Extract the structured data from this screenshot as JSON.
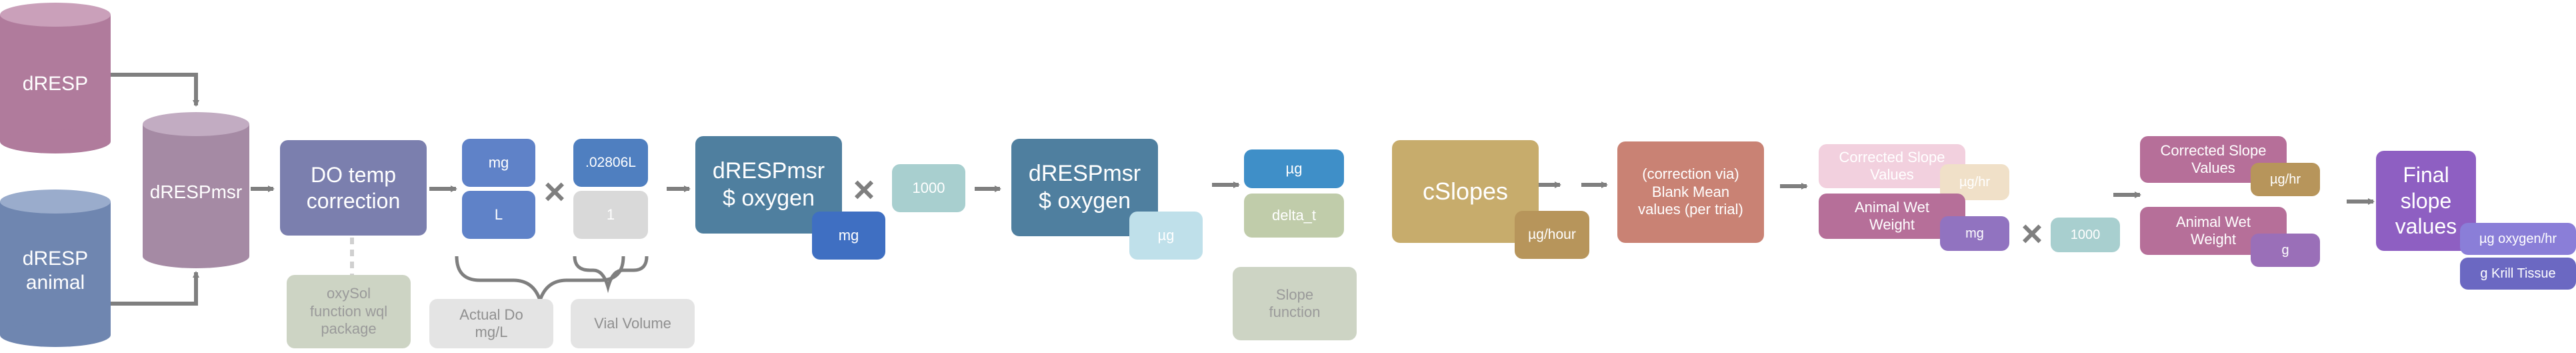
{
  "colors": {
    "arrow": "#7f7f7f",
    "cylinder_pink": "#b07b9c",
    "cylinder_blue": "#6f86b0",
    "cylinder_mid": "#a58aa4",
    "do_temp": "#7b7fae",
    "unit_blue": "#5f82c8",
    "vial_blue": "#4f7fc0",
    "grey_light": "#d9d9d9",
    "dresp_teal": "#4f7f9f",
    "mg_blue": "#3f6fc2",
    "teal_light": "#a8cfcf",
    "ug_blue": "#3f8fc8",
    "olive_light": "#c0ccaa",
    "slope_fn": "#cdd4c4",
    "cslopes": "#c7ac6c",
    "ughour": "#b7955b",
    "correction": "#c98274",
    "pink_light": "#f2d0de",
    "ughr_faint": "#f0e0c8",
    "animal_wet": "#b66f99",
    "mg_purple": "#9173c0",
    "final_purple": "#8e5fc2",
    "ugoxygen": "#8a7ed8",
    "krill": "#6b68c2",
    "ghost_text": "#a5a5a5"
  },
  "nodes": {
    "dresp": "dRESP",
    "dresp_animal": "dRESP\nanimal",
    "drespmsr": "dRESPmsr",
    "do_temp": "DO temp\ncorrection",
    "oxysol": "oxySol\nfunction wql\npackage",
    "unit_mg": "mg",
    "unit_l": "L",
    "actual_do": "Actual Do\nmg/L",
    "vial_value": ".02806L",
    "vial_one": "1",
    "vial_volume": "Vial Volume",
    "dresp_oxygen_1": "dRESPmsr\n$ oxygen",
    "mg_1": "mg",
    "thousand_1": "1000",
    "dresp_oxygen_2": "dRESPmsr\n$ oxygen",
    "ug_faint": "µg",
    "ug_top": "µg",
    "delta_t": "delta_t",
    "slope_function": "Slope\nfunction",
    "cslopes": "cSlopes",
    "ug_hour": "µg/hour",
    "correction": "(correction via)\nBlank Mean\nvalues (per trial)",
    "corr_slope_faint": "Corrected Slope\nValues",
    "ughr_faint": "µg/hr",
    "animal_wet_1": "Animal Wet\nWeight",
    "mg_2": "mg",
    "thousand_2": "1000",
    "corr_slope": "Corrected Slope\nValues",
    "ughr": "µg/hr",
    "animal_wet_2": "Animal Wet\nWeight",
    "g": "g",
    "final": "Final\nslope\nvalues",
    "ug_oxygen_hr": "µg oxygen/hr",
    "krill": "g Krill Tissue",
    "multiply": "×"
  }
}
